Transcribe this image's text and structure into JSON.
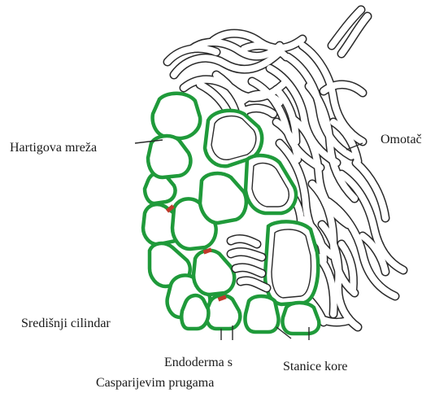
{
  "labels": {
    "hartig_net": "Hartigova mreža",
    "mantle": "Omotač",
    "central_cylinder": "Središnji cilindar",
    "endodermis_line1": "Endoderma s",
    "endodermis_line2": "Casparijevim prugama",
    "cortex_cells": "Stanice kore"
  },
  "colors": {
    "cell_wall_green": "#1f9a3a",
    "casparian_strip": "#c0392b",
    "hyphae_outline": "#2a2a2a",
    "background": "#ffffff"
  }
}
